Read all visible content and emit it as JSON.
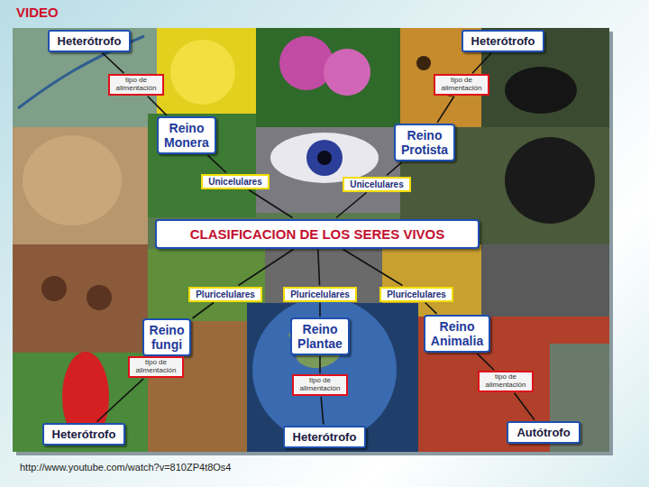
{
  "diagram": {
    "nodes": [
      {
        "text": [
          "Heterótrofo"
        ]
      },
      {
        "text": [
          "Heterótrofo"
        ]
      },
      {
        "text": [
          "tipo de alimentación"
        ]
      },
      {
        "text": [
          "tipo de alimentación"
        ]
      },
      {
        "text": [
          "Reino Monera"
        ]
      },
      {
        "text": [
          "Reino Protista"
        ]
      },
      {
        "text": [
          "Unicelulares"
        ]
      },
      {
        "text": [
          "Unicelulares"
        ]
      },
      {
        "text": [
          "CLASIFICACION DE LOS SERES VIVOS"
        ]
      },
      {
        "text": [
          "Pluricelulares"
        ]
      },
      {
        "text": [
          "Pluricelulares"
        ]
      },
      {
        "text": [
          "Pluricelulares"
        ]
      },
      {
        "text": [
          "Reino fungi"
        ]
      },
      {
        "text": [
          "Reino Plantae"
        ]
      },
      {
        "text": [
          "Reino Animalia"
        ]
      },
      {
        "text": [
          "tipo de alimentación"
        ]
      },
      {
        "text": [
          "tipo de alimentación"
        ]
      },
      {
        "text": [
          "tipo de alimentación"
        ]
      },
      {
        "text": [
          "Heterótrofo"
        ]
      },
      {
        "text": [
          "Autótrofo"
        ]
      },
      {
        "text": [
          "Heterótrofo"
        ]
      }
    ],
    "edges": [
      {
        "from": 8,
        "to": 6,
        "arrow": "none"
      },
      {
        "from": 8,
        "to": 7,
        "arrow": "none"
      },
      {
        "from": 6,
        "to": 4,
        "arrow": "none"
      },
      {
        "from": 7,
        "to": 5,
        "arrow": "none"
      },
      {
        "from": 4,
        "to": 2,
        "arrow": "none"
      },
      {
        "from": 2,
        "to": 0,
        "arrow": "none"
      },
      {
        "from": 5,
        "to": 3,
        "arrow": "none"
      },
      {
        "from": 3,
        "to": 1,
        "arrow": "none"
      },
      {
        "from": 8,
        "to": 9,
        "arrow": "none"
      },
      {
        "from": 8,
        "to": 10,
        "arrow": "none"
      },
      {
        "from": 8,
        "to": 11,
        "arrow": "none"
      },
      {
        "from": 9,
        "to": 12,
        "arrow": "none"
      },
      {
        "from": 10,
        "to": 13,
        "arrow": "none"
      },
      {
        "from": 11,
        "to": 14,
        "arrow": "none"
      },
      {
        "from": 12,
        "to": 15,
        "arrow": "none"
      },
      {
        "from": 15,
        "to": 18,
        "arrow": "none"
      },
      {
        "from": 13,
        "to": 17,
        "arrow": "none"
      },
      {
        "from": 17,
        "to": 20,
        "arrow": "none"
      },
      {
        "from": 14,
        "to": 16,
        "arrow": "none"
      },
      {
        "from": 16,
        "to": 19,
        "arrow": "none"
      }
    ],
    "labels": [
      "VIDEO",
      "http://www.youtube.com/watch?v=810ZP4t8Os4"
    ]
  }
}
